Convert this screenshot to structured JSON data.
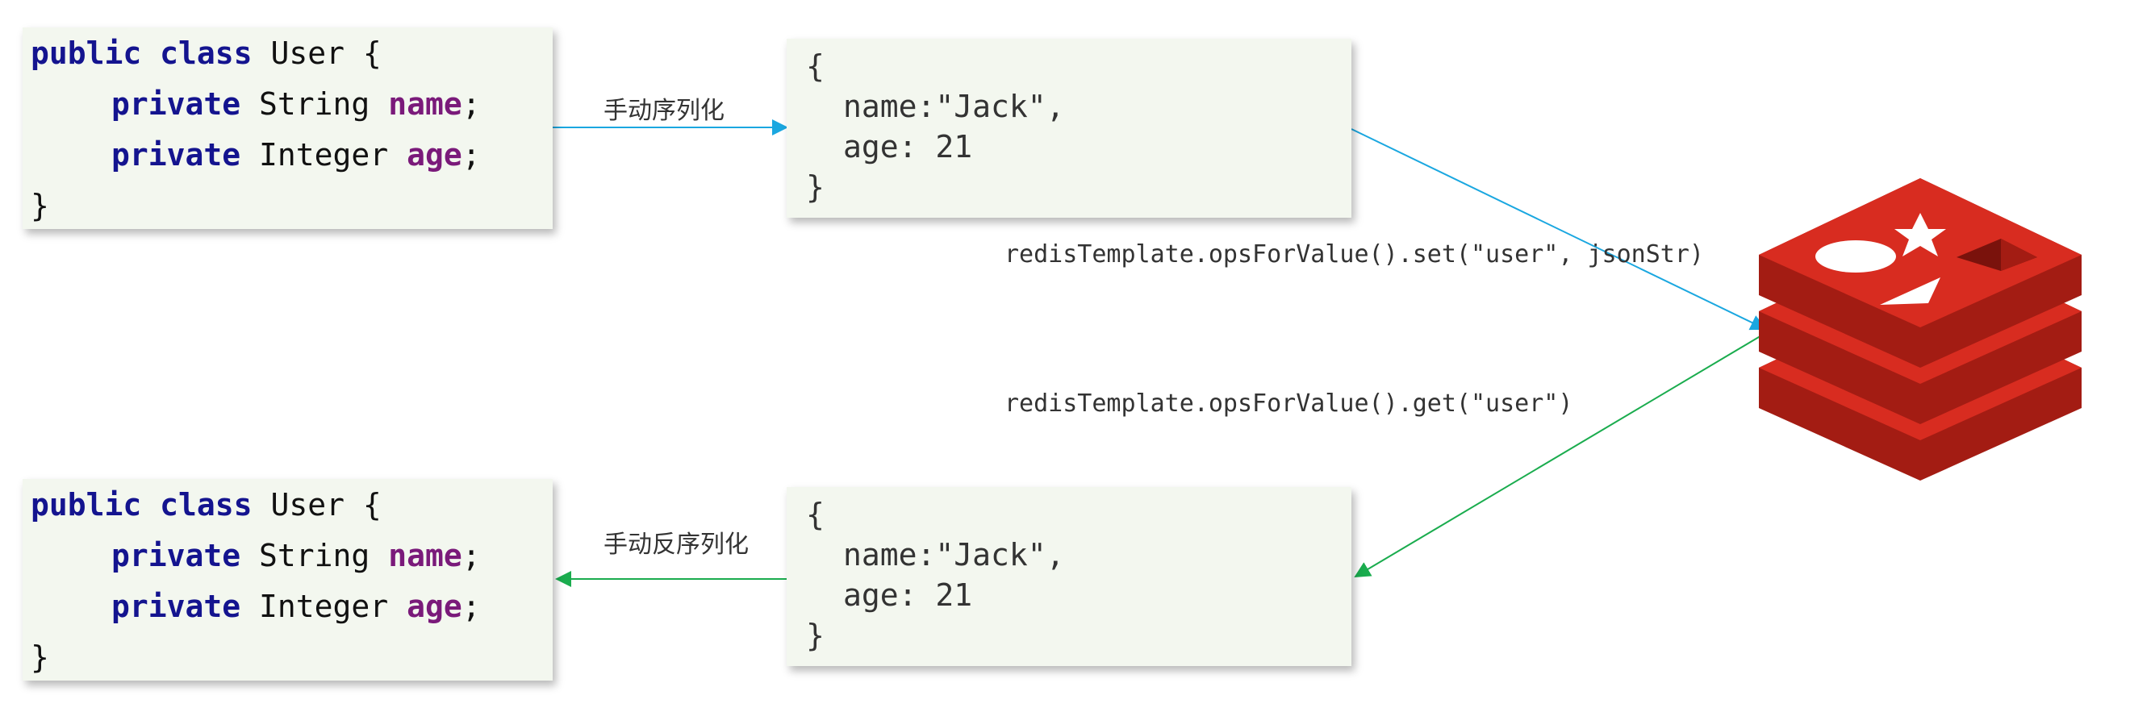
{
  "java_class": {
    "kw_public": "public",
    "kw_class": "class",
    "class_name": "User",
    "open_brace": "{",
    "kw_private": "private",
    "type_string": "String",
    "field_name": "name",
    "type_integer": "Integer",
    "field_age": "age",
    "semicolon": ";",
    "close_brace": "}"
  },
  "json_doc": {
    "open_brace": "{",
    "name_line": "name:\"Jack\",",
    "age_line": "age: 21",
    "close_brace": "}"
  },
  "labels": {
    "serialize": "手动序列化",
    "deserialize": "手动反序列化",
    "set_call": "redisTemplate.opsForValue().set(\"user\", jsonStr)",
    "get_call": "redisTemplate.opsForValue().get(\"user\")"
  },
  "colors": {
    "set_arrow": "#1aa7e0",
    "get_arrow": "#1aac4e",
    "box_bg": "#f3f7ef",
    "keyword": "#14148f",
    "field": "#7a1a7a",
    "redis_red": "#d82c20"
  },
  "icons": {
    "redis_logo": "redis-logo-icon"
  }
}
